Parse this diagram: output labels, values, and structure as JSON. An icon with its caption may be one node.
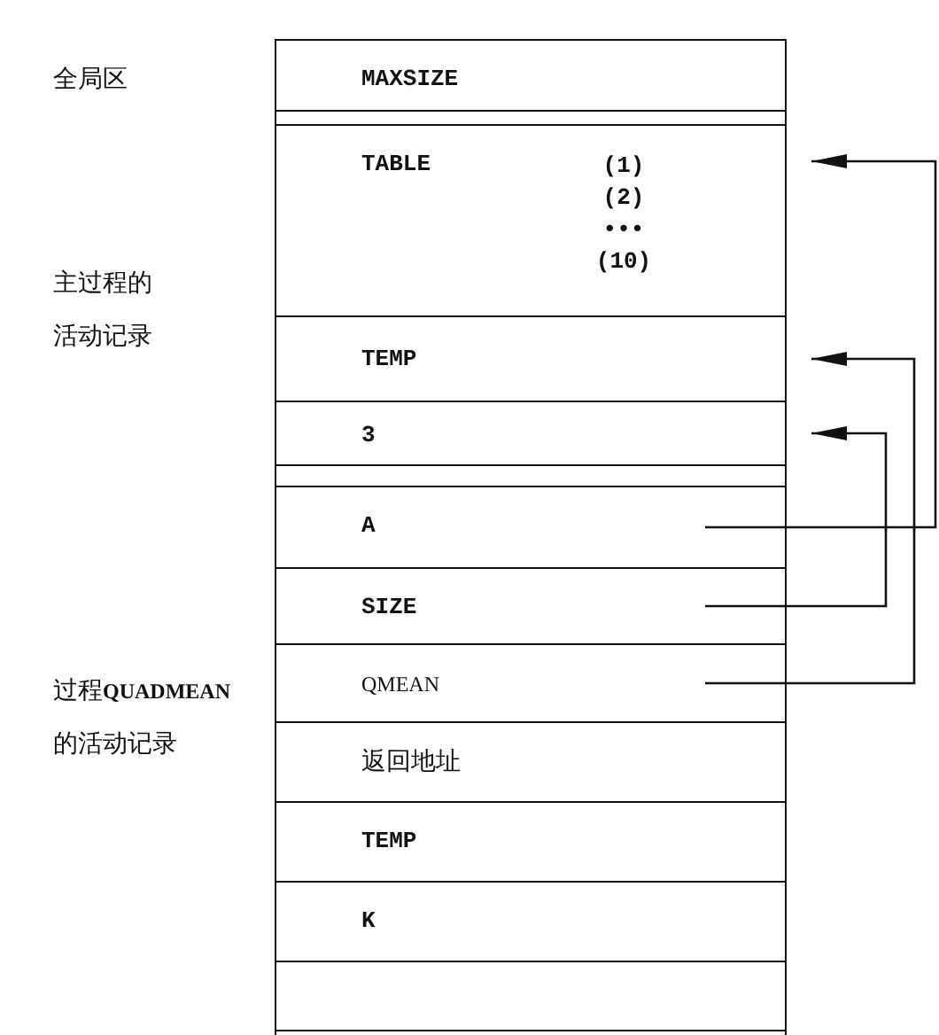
{
  "diagram": {
    "nodes": [
      {
        "text": [
          "MAXSIZE"
        ]
      },
      {
        "text": [
          "TABLE",
          "(1) (2) ••• (10)"
        ]
      },
      {
        "text": [
          "TEMP"
        ]
      },
      {
        "text": [
          "3"
        ]
      },
      {
        "text": [
          "A"
        ]
      },
      {
        "text": [
          "SIZE"
        ]
      },
      {
        "text": [
          "QMEAN"
        ]
      },
      {
        "text": [
          "返回地址"
        ]
      },
      {
        "text": [
          "TEMP"
        ]
      },
      {
        "text": [
          "K"
        ]
      },
      {
        "text": [],
        "shape": "box"
      }
    ],
    "edges": [
      {
        "from": 4,
        "to": 1,
        "arrow": "to"
      },
      {
        "from": 5,
        "to": 3,
        "arrow": "to"
      },
      {
        "from": 6,
        "to": 2,
        "arrow": "to"
      }
    ],
    "labels": [
      "全局区",
      "主过程的活动记录",
      "过程**QUADMEAN**的活动记录"
    ]
  }
}
